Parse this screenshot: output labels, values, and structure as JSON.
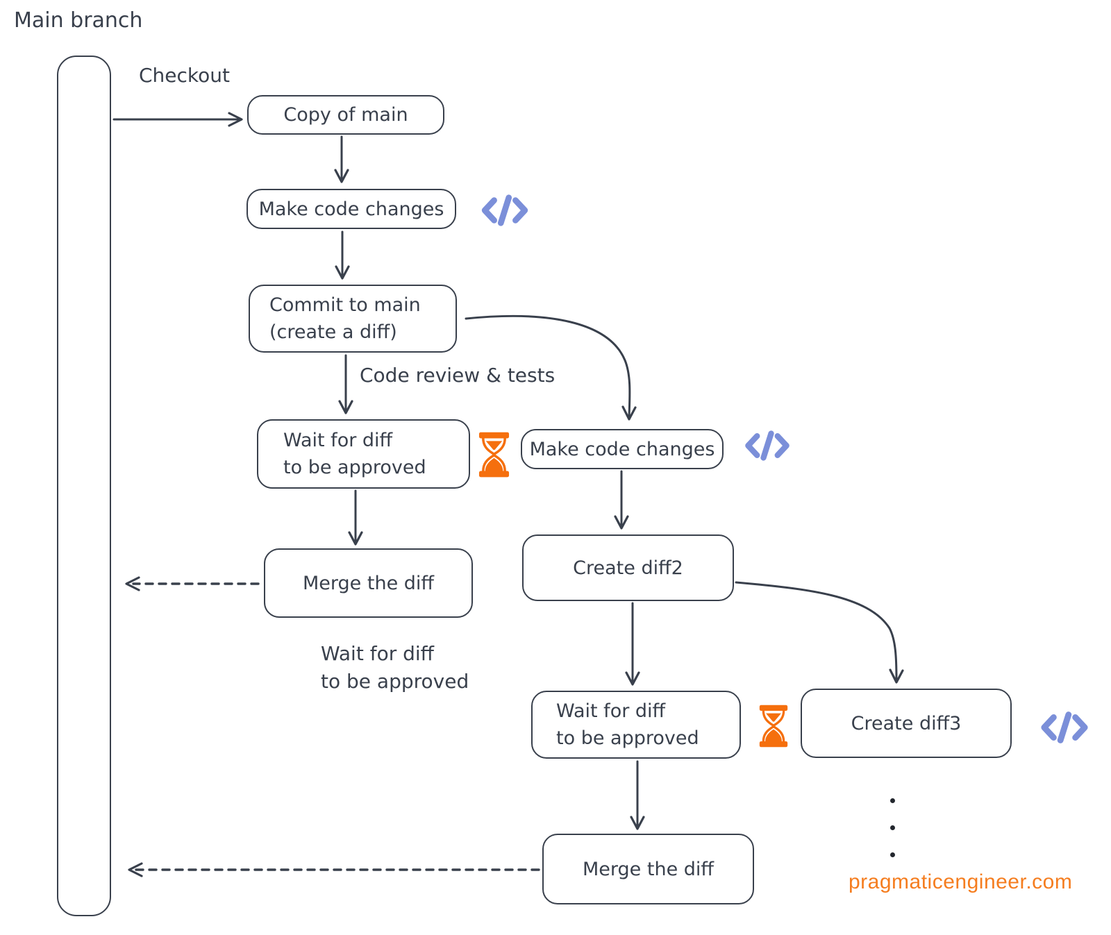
{
  "colors": {
    "ink": "#39404c",
    "code_blue": "#7b8fd9",
    "hourglass_orange": "#f56f0d",
    "watermark_orange": "#f57d1f",
    "background": "#ffffff"
  },
  "labels": {
    "main_branch": "Main branch",
    "checkout": "Checkout",
    "code_review_tests": "Code review & tests",
    "wait_note_line1": "Wait for diff",
    "wait_note_line2": "to be approved"
  },
  "nodes": {
    "copy_of_main": "Copy of main",
    "make_code_changes_1": "Make code changes",
    "commit_to_main_line1": "Commit to main",
    "commit_to_main_line2": "(create a diff)",
    "wait_for_diff_1_line1": "Wait for diff",
    "wait_for_diff_1_line2": "to be approved",
    "merge_the_diff_1": "Merge the diff",
    "make_code_changes_2": "Make code changes",
    "create_diff2": "Create diff2",
    "wait_for_diff_2_line1": "Wait for diff",
    "wait_for_diff_2_line2": "to be approved",
    "create_diff3": "Create diff3",
    "merge_the_diff_2": "Merge the diff"
  },
  "icons": {
    "code_icon": "</>",
    "hourglass_icon": "hourglass"
  },
  "watermark": "pragmaticengineer.com"
}
